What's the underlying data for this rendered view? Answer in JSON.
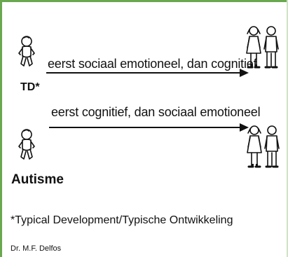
{
  "rows": [
    {
      "label": "TD*",
      "arrow_text": "eerst sociaal emotioneel, dan cognitief"
    },
    {
      "label": "Autisme",
      "arrow_text": "eerst cognitief, dan sociaal emotioneel"
    }
  ],
  "footnote": "*Typical Development/Typische Ontwikkeling",
  "author": "Dr. M.F. Delfos",
  "icons": {
    "start": "baby-icon",
    "end": "two-children-icon"
  },
  "colors": {
    "border": "#6aa84f",
    "line": "#111111"
  }
}
